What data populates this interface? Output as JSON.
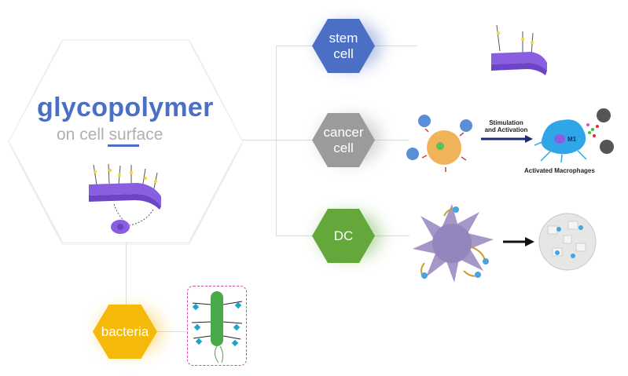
{
  "main": {
    "title": "glycopolymer",
    "subtitle": "on cell surface"
  },
  "branches": [
    {
      "label_line1": "stem",
      "label_line2": "cell",
      "color": "#4a6fc4"
    },
    {
      "label_line1": "cancer",
      "label_line2": "cell",
      "color": "#9b9b9b"
    },
    {
      "label_line1": "DC",
      "label_line2": "",
      "color": "#64a83c"
    },
    {
      "label_line1": "bacteria",
      "label_line2": "",
      "color": "#f5b90a"
    }
  ],
  "cancer_panel": {
    "arrow_label_line1": "Stimulation",
    "arrow_label_line2": "and Activation",
    "cell_label": "M1",
    "caption": "Activated Macrophages"
  },
  "colors": {
    "accent": "#4a6fc4",
    "line": "#dcdcdc",
    "subtitle": "#b0b0b0"
  }
}
